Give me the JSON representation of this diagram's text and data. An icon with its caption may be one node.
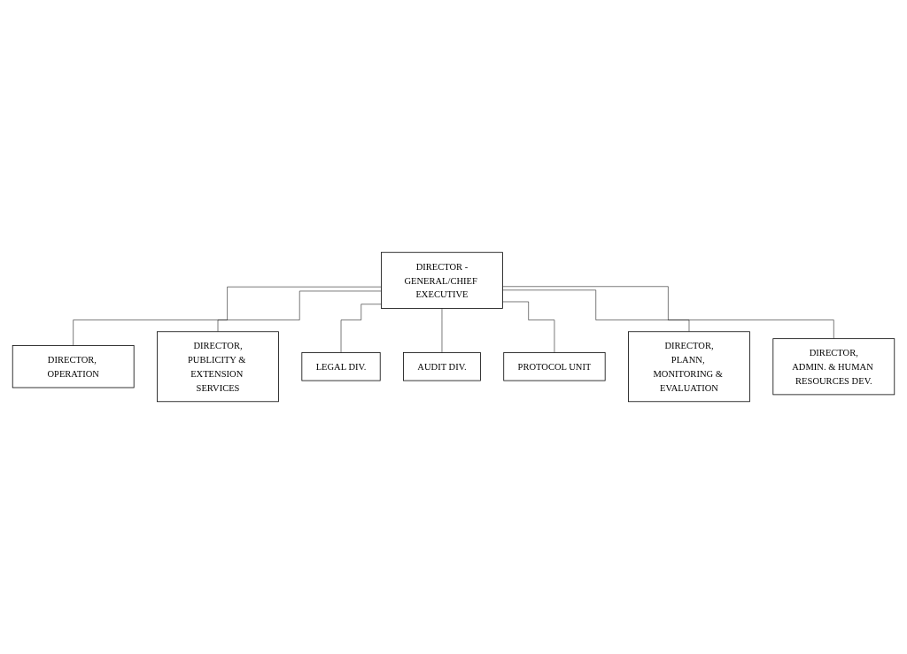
{
  "diagram": {
    "nodes": [
      {
        "text": [
          "DIRECTOR -GENERAL/CHIEF EXECUTIVE"
        ]
      },
      {
        "text": [
          "DIRECTOR, OPERATION"
        ]
      },
      {
        "text": [
          "DIRECTOR,",
          "PUBLICITY & EXTENSION SERVICES"
        ]
      },
      {
        "text": [
          "LEGAL DIV."
        ]
      },
      {
        "text": [
          "AUDIT DIV."
        ]
      },
      {
        "text": [
          "PROTOCOL UNIT"
        ]
      },
      {
        "text": [
          "DIRECTOR,",
          "PLANN, MONITORING & EVALUATION"
        ]
      },
      {
        "text": [
          "DIRECTOR,",
          "ADMIN. & HUMAN RESOURCES DEV."
        ]
      }
    ],
    "edges": [
      {
        "from": 0,
        "to": 1,
        "arrow": "none"
      },
      {
        "from": 0,
        "to": 2,
        "arrow": "none"
      },
      {
        "from": 0,
        "to": 3,
        "arrow": "none"
      },
      {
        "from": 0,
        "to": 4,
        "arrow": "none"
      },
      {
        "from": 0,
        "to": 5,
        "arrow": "none"
      },
      {
        "from": 0,
        "to": 6,
        "arrow": "none"
      },
      {
        "from": 0,
        "to": 7,
        "arrow": "none"
      }
    ]
  }
}
